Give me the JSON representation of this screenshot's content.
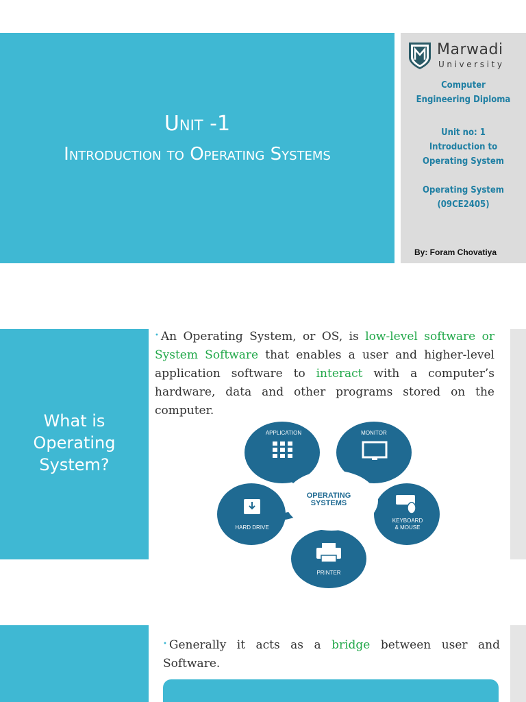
{
  "slide1": {
    "title_line1": "Unit -1",
    "title_line2": "Introduction to Operating Systems",
    "logo_name": "Marwadi",
    "logo_sub": "University",
    "dept_line1": "Computer",
    "dept_line2": "Engineering Diploma",
    "unit_line1": "Unit no: 1",
    "unit_line2": "Introduction to",
    "unit_line3": "Operating System",
    "course_line1": "Operating System",
    "course_line2": "(09CE2405)",
    "author": "By:  Foram Chovatiya"
  },
  "slide2": {
    "heading_line1": "What is",
    "heading_line2": "Operating",
    "heading_line3": "System?",
    "bullet": "•",
    "p1": "An Operating System, or OS, is ",
    "p1_green1": "low-level  software or System Software",
    "p2": " that enables a user and higher-level application software to ",
    "p2_green2": "interact",
    "p3": " with  a computer’s hardware, data and other  programs stored on the computer.",
    "diagram": {
      "center_line1": "OPERATING",
      "center_line2": "SYSTEMS",
      "application": "APPLICATION",
      "monitor": "MONITOR",
      "keyboard_line1": "KEYBOARD",
      "keyboard_line2": "& MOUSE",
      "printer": "PRINTER",
      "hard_drive": "HARD DRIVE"
    }
  },
  "slide3": {
    "bullet": "•",
    "p1": "Generally it acts as a ",
    "p1_green": "bridge",
    "p2": " between user and Software."
  },
  "colors": {
    "accent": "#3fb8d3",
    "dark_blue": "#1f6a92",
    "green": "#22a84a",
    "side_text": "#1f7fa3"
  }
}
